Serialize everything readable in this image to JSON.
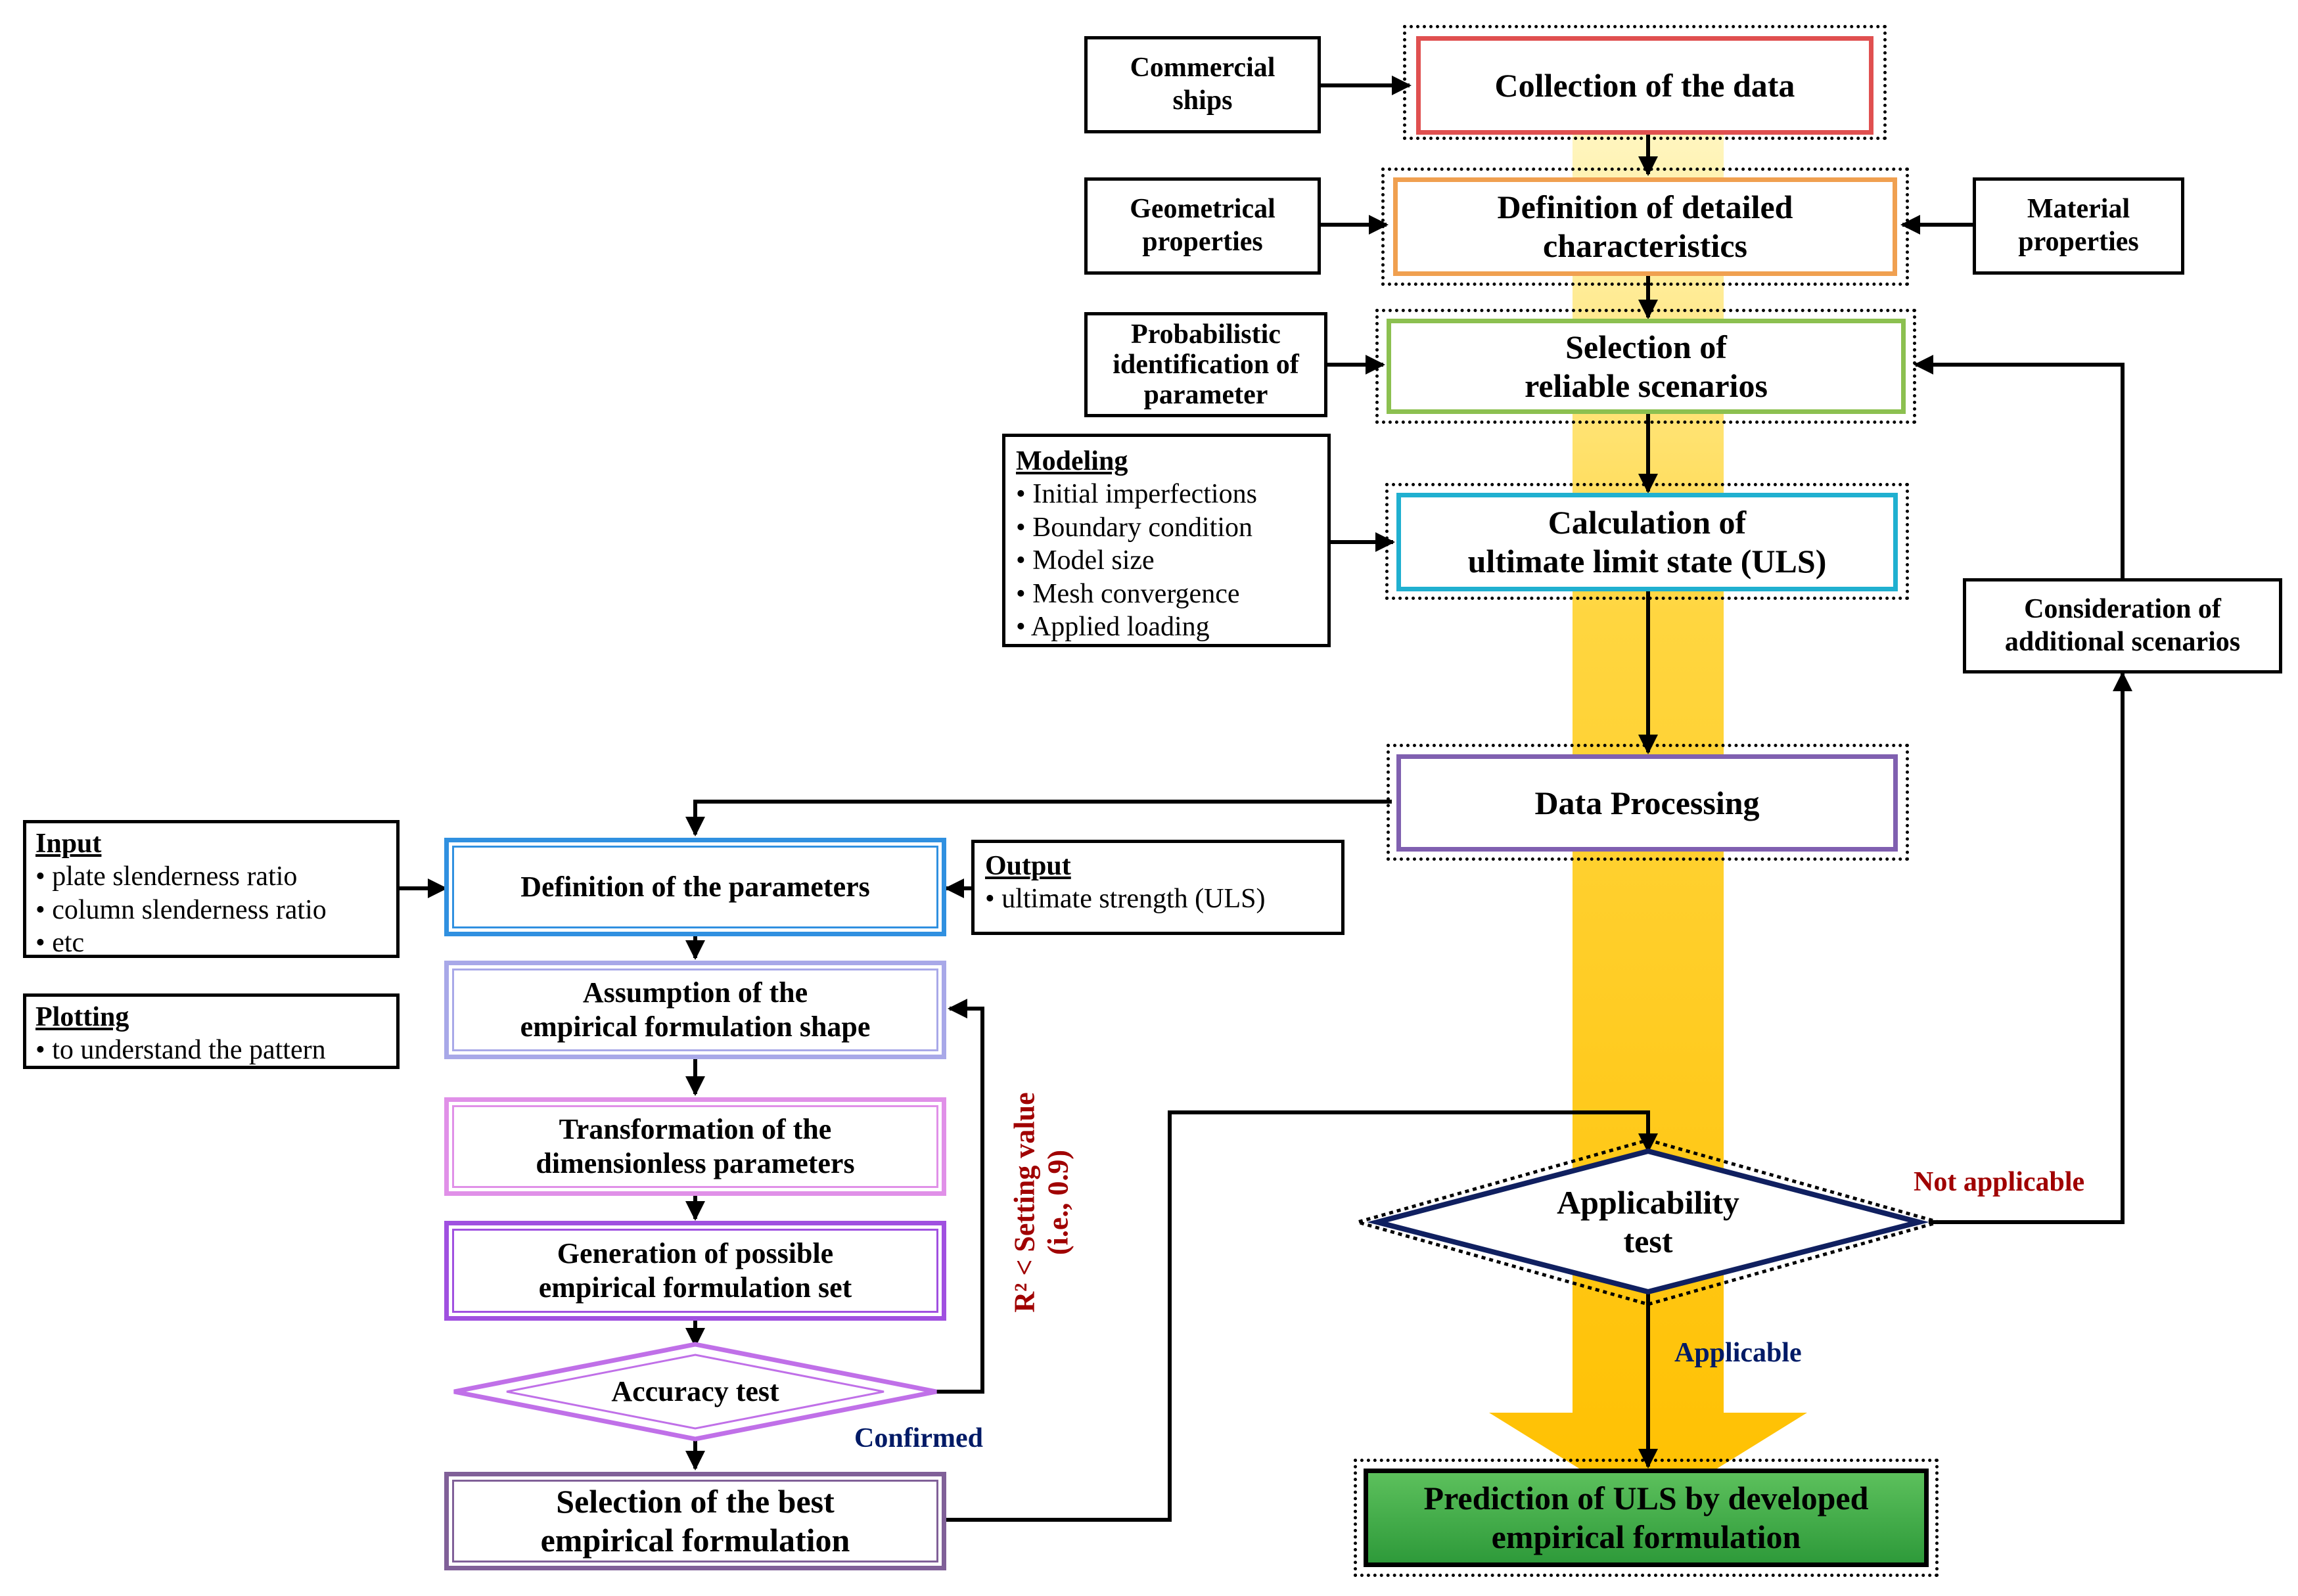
{
  "colors": {
    "collection": "#e05050",
    "definition": "#f0a050",
    "selection": "#8cc050",
    "calculation": "#20b0d0",
    "processing": "#8060b0",
    "parameters": "#3090e0",
    "assumption": "#a8a8e8",
    "transformation": "#e090e8",
    "generation": "#a050e0",
    "accuracy": "#c070e8",
    "best": "#806098",
    "applicability": "#102060",
    "prediction": "#40a040",
    "label_blue": "#001a66",
    "label_red": "#a00000",
    "main_arrow": "#ffc800"
  },
  "main_flow": {
    "collection": "Collection of the data",
    "definition": [
      "Definition of detailed",
      "characteristics"
    ],
    "selection": [
      "Selection of",
      "reliable scenarios"
    ],
    "calculation": [
      "Calculation of",
      "ultimate limit state (ULS)"
    ],
    "processing": "Data Processing",
    "applicability": [
      "Applicability",
      "test"
    ],
    "prediction": [
      "Prediction of ULS by developed",
      "empirical formulation"
    ]
  },
  "inputs": {
    "commercial_ships": [
      "Commercial",
      "ships"
    ],
    "geometrical": [
      "Geometrical",
      "properties"
    ],
    "material": [
      "Material",
      "properties"
    ],
    "probabilistic": [
      "Probabilistic",
      "identification of",
      "parameter"
    ],
    "modeling": {
      "title": "Modeling",
      "items": [
        "• Initial imperfections",
        "• Boundary condition",
        "• Model size",
        "• Mesh convergence",
        "• Applied loading"
      ]
    },
    "additional": [
      "Consideration of",
      "additional scenarios"
    ]
  },
  "empirical": {
    "input": {
      "title": "Input",
      "items": [
        "• plate slenderness ratio",
        "• column slenderness ratio",
        "• etc"
      ]
    },
    "output": {
      "title": "Output",
      "items": [
        "• ultimate strength (ULS)"
      ]
    },
    "plotting": {
      "title": "Plotting",
      "items": [
        "• to understand the pattern"
      ]
    },
    "parameters": "Definition of the parameters",
    "assumption": [
      "Assumption of the",
      "empirical formulation shape"
    ],
    "transformation": [
      "Transformation of the",
      "dimensionless parameters"
    ],
    "generation": [
      "Generation of possible",
      "empirical formulation set"
    ],
    "accuracy": "Accuracy test",
    "best": [
      "Selection of the best",
      "empirical formulation"
    ]
  },
  "labels": {
    "confirmed": "Confirmed",
    "applicable": "Applicable",
    "not_applicable": "Not applicable",
    "r2": [
      "R² < Setting value",
      "(i.e., 0.9)"
    ]
  }
}
